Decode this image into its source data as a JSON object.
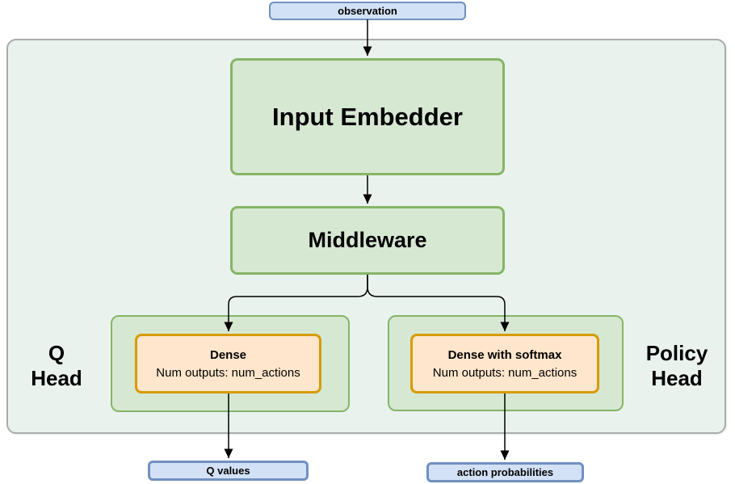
{
  "nodes": {
    "observation": {
      "label": "observation"
    },
    "input_embedder": {
      "label": "Input Embedder"
    },
    "middleware": {
      "label": "Middleware"
    },
    "q_head": {
      "line1": "Q",
      "line2": "Head"
    },
    "policy_head": {
      "line1": "Policy",
      "line2": "Head"
    },
    "q_dense": {
      "title": "Dense",
      "subtitle": "Num outputs: num_actions"
    },
    "policy_dense": {
      "title": "Dense with softmax",
      "subtitle": "Num outputs: num_actions"
    },
    "q_values": {
      "label": "Q values"
    },
    "action_probabilities": {
      "label": "action probabilities"
    }
  },
  "edges": [
    {
      "from": "observation",
      "to": "input_embedder"
    },
    {
      "from": "input_embedder",
      "to": "middleware"
    },
    {
      "from": "middleware",
      "to": "q_dense"
    },
    {
      "from": "middleware",
      "to": "policy_dense"
    },
    {
      "from": "q_dense",
      "to": "q_values"
    },
    {
      "from": "policy_dense",
      "to": "action_probabilities"
    }
  ],
  "colors": {
    "io_fill": "#d2e1f6",
    "io_border": "#7090c0",
    "green_fill": "#d6e8d2",
    "green_border": "#85b567",
    "orange_fill": "#ffe6cc",
    "orange_border": "#d79b00",
    "container_fill": "#eaf2ee",
    "container_border": "#a8adaa",
    "arrow": "#000000"
  }
}
